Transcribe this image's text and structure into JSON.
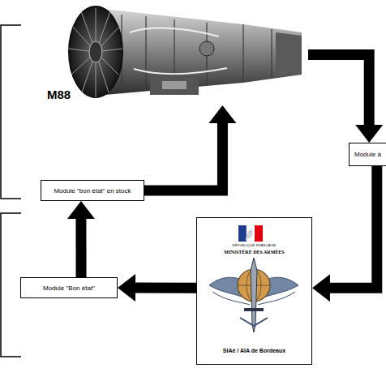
{
  "diagram": {
    "nodes": [
      {
        "text": [
          "M88"
        ]
      },
      {
        "text": [
          "Module \"bon état\" en stock"
        ]
      },
      {
        "text": [
          "Module à"
        ]
      },
      {
        "text": [
          "RÉPUBLIQUE FRANÇAISE",
          "MINISTÈRE DES ARMÉES",
          "SIAé / AIA de Bordeaux"
        ]
      },
      {
        "text": [
          "Module \"Bon état\""
        ]
      }
    ],
    "edges": [
      {
        "from": 0,
        "to": 2,
        "arrow": "to"
      },
      {
        "from": 2,
        "to": 3,
        "arrow": "to"
      },
      {
        "from": 3,
        "to": 4,
        "arrow": "to"
      },
      {
        "from": 4,
        "to": 1,
        "arrow": "to"
      },
      {
        "from": 1,
        "to": 0,
        "arrow": "to"
      }
    ]
  }
}
